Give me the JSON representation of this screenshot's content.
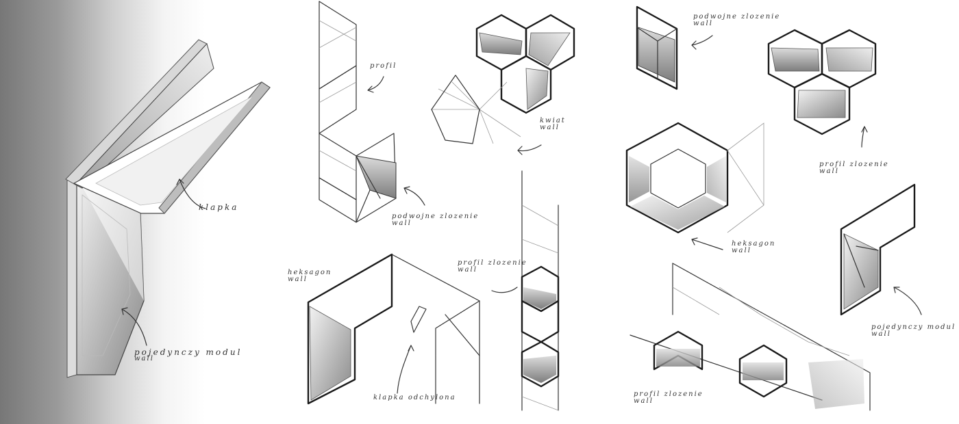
{
  "labels": {
    "klapka": "klapka",
    "pojedynczy_modul_left": "pojedynczy modul",
    "wall_left": "wall",
    "profil": "profil",
    "podwojne_zlozenie_mid": "podwojne zlozenie",
    "wall_mid_1": "wall",
    "heksagon_mid": "heksagon",
    "wall_mid_2": "wall",
    "kwiat": "kwiat",
    "wall_mid_3": "wall",
    "profil_zlozenie_mid": "profil zlozenie",
    "wall_mid_4": "wall",
    "klapka_odchylona": "klapka odchylona",
    "podwojne_zlozenie_top": "podwojne zlozenie",
    "wall_top": "wall",
    "profil_zlozenie_right": "profil zlozenie",
    "wall_right_1": "wall",
    "heksagon_right": "heksagon",
    "wall_right_2": "wall",
    "pojedynczy_modul_right": "pojedynczy modul",
    "wall_right_3": "wall",
    "profil_zlozenie_bottom": "profil zlozenie",
    "wall_right_4": "wall"
  },
  "colors": {
    "ink": "#333333",
    "background": "#ffffff",
    "shade": "#9a9a9a"
  }
}
